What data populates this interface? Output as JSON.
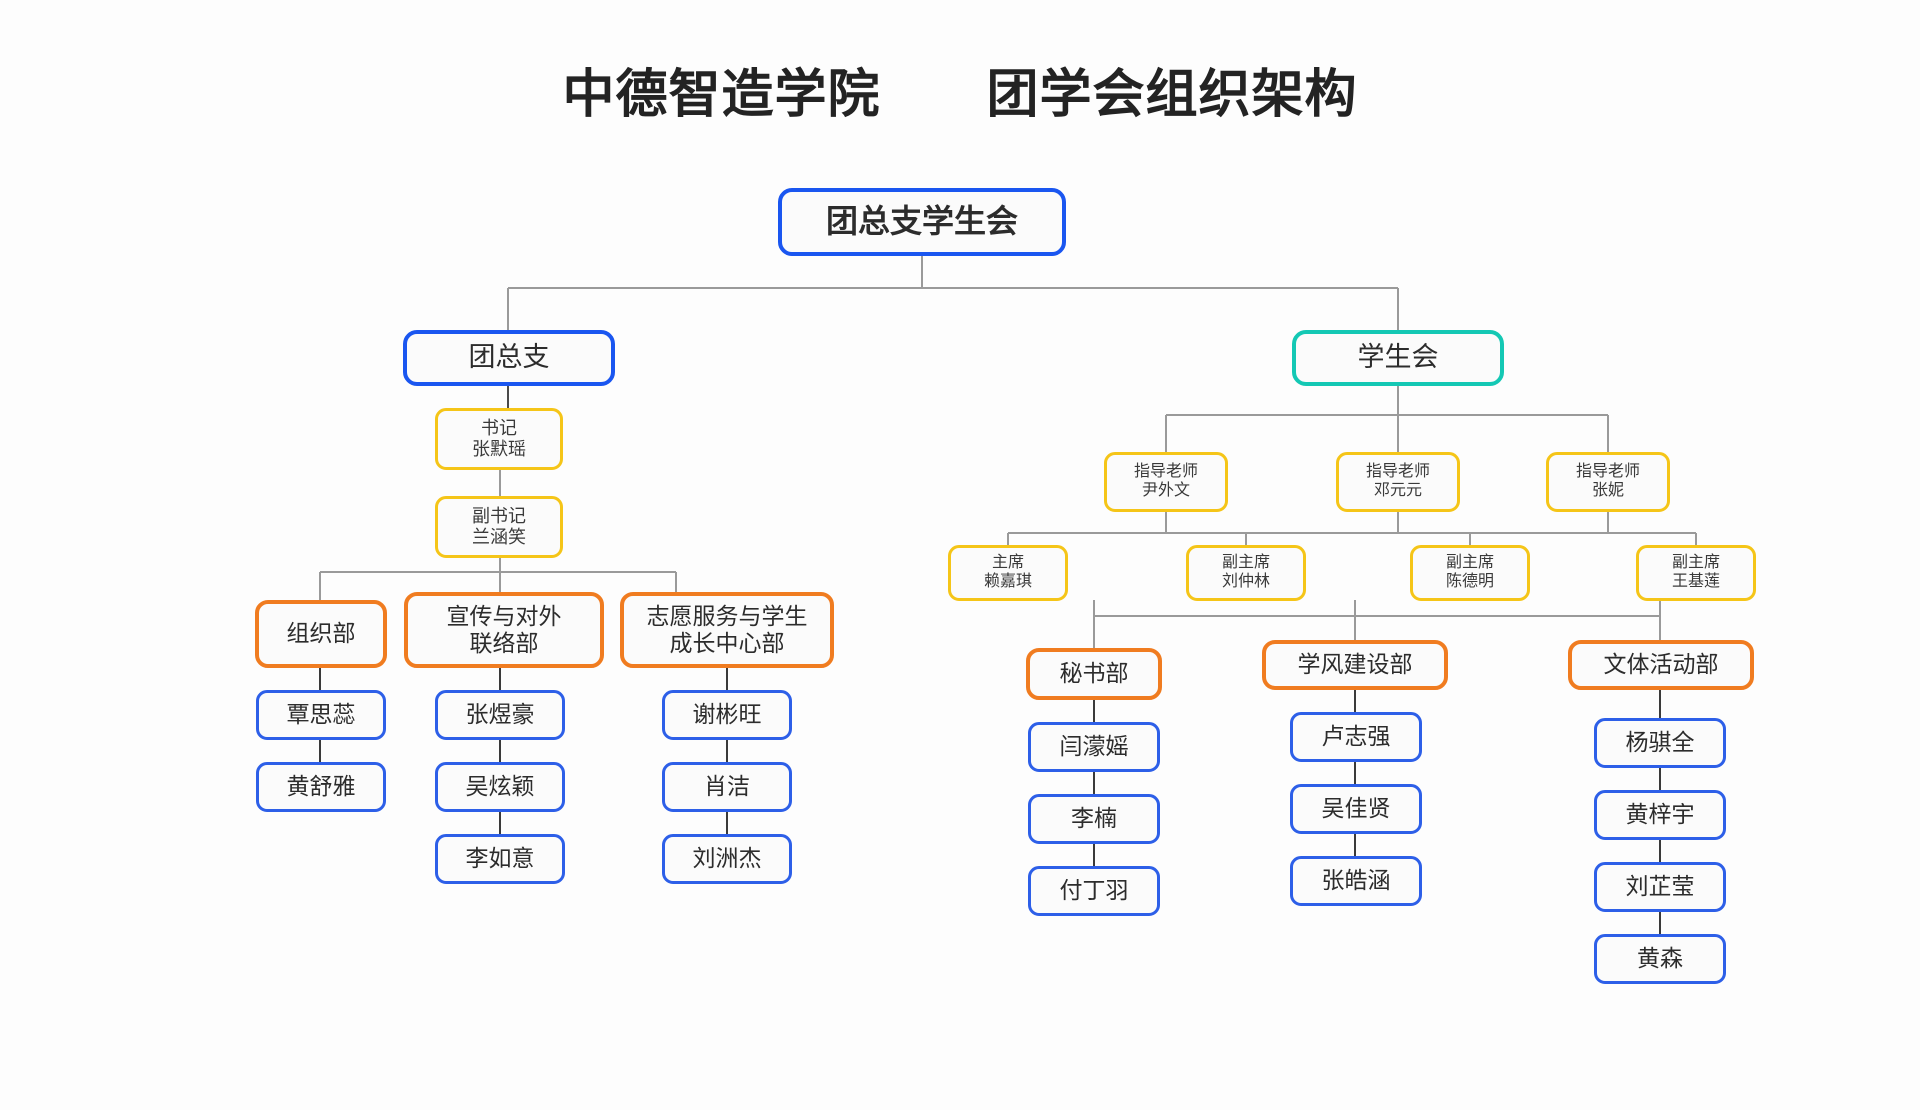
{
  "page": {
    "title": "中德智造学院　　团学会组织架构",
    "background": "#fdfdfd"
  },
  "colors": {
    "blue": "#1a56f0",
    "teal": "#14c8b4",
    "gold": "#f5c518",
    "orange": "#f07c20",
    "member_blue": "#2d5fe8",
    "connector": "#9a9a9a",
    "text": "#2c2c2c"
  },
  "root": {
    "label": "团总支学生会"
  },
  "branches": [
    {
      "id": "tuanzongzhi",
      "label": "团总支",
      "accent": "#1a56f0"
    },
    {
      "id": "xueshenghui",
      "label": "学生会",
      "accent": "#14c8b4"
    }
  ],
  "left_branch": {
    "label": "团总支",
    "officers": [
      {
        "role": "书记",
        "name": "张默瑶"
      },
      {
        "role": "副书记",
        "name": "兰涵笑"
      }
    ],
    "departments": [
      {
        "name": "组织部",
        "members": [
          "覃思蕊",
          "黄舒雅"
        ]
      },
      {
        "name": "宣传与对外\n联络部",
        "members": [
          "张煜豪",
          "吴炫颖",
          "李如意"
        ]
      },
      {
        "name": "志愿服务与学生\n成长中心部",
        "members": [
          "谢彬旺",
          "肖洁",
          "刘洲杰"
        ]
      }
    ]
  },
  "right_branch": {
    "label": "学生会",
    "advisors": [
      {
        "role": "指导老师",
        "name": "尹外文"
      },
      {
        "role": "指导老师",
        "name": "邓元元"
      },
      {
        "role": "指导老师",
        "name": "张妮"
      }
    ],
    "chairs": [
      {
        "role": "主席",
        "name": "赖嘉琪"
      },
      {
        "role": "副主席",
        "name": "刘仲林"
      },
      {
        "role": "副主席",
        "name": "陈德明"
      },
      {
        "role": "副主席",
        "name": "王基莲"
      }
    ],
    "departments": [
      {
        "name": "秘书部",
        "members": [
          "闫濛媱",
          "李楠",
          "付丁羽"
        ]
      },
      {
        "name": "学风建设部",
        "members": [
          "卢志强",
          "吴佳贤",
          "张皓涵"
        ]
      },
      {
        "name": "文体活动部",
        "members": [
          "杨骐全",
          "黄梓宇",
          "刘芷莹",
          "黄森"
        ]
      }
    ]
  }
}
